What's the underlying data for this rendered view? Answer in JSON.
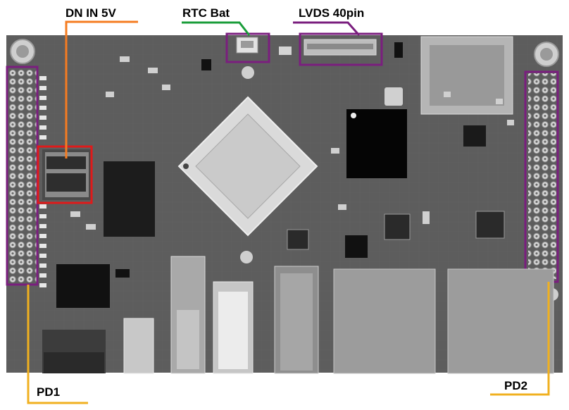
{
  "labels": {
    "dc_in": "DN IN 5V",
    "rtc": "RTC Bat",
    "lvds": "LVDS 40pin",
    "pd1": "PD1",
    "pd2": "PD2"
  },
  "colors": {
    "dc_in": "#f57c21",
    "rtc": "#1a9d3a",
    "lvds": "#7a1e7e",
    "pd1": "#f0b020",
    "pd2": "#f0b020",
    "header_frame": "#7a1e7e",
    "dc_jack_frame": "#e01a1a"
  }
}
